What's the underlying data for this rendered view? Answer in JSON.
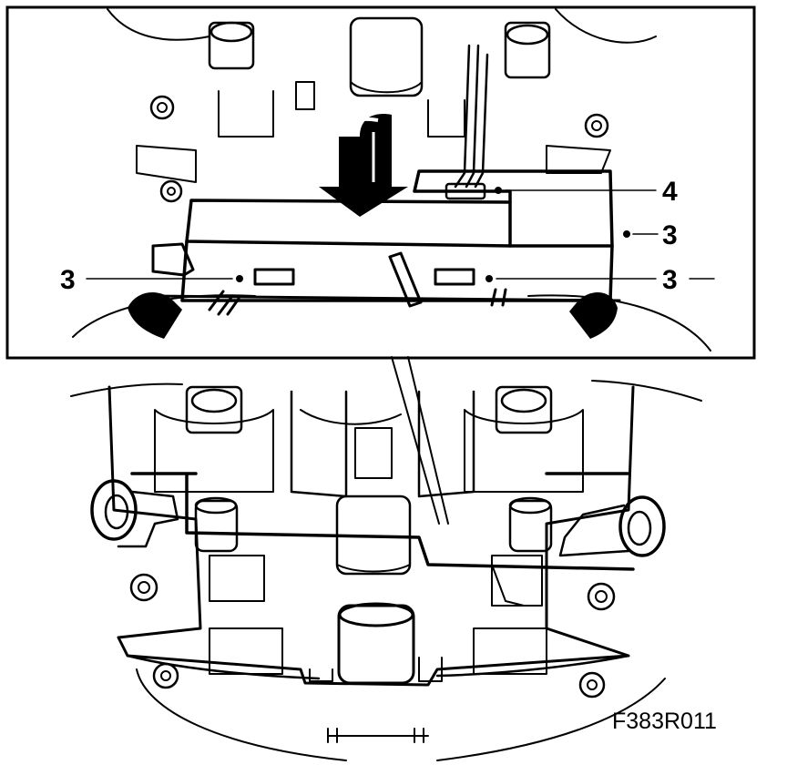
{
  "figure_id": "F383R011",
  "callouts": {
    "upper_left": "3",
    "upper_right_top": "4",
    "right_middle": "3",
    "right_lower": "3"
  },
  "colors": {
    "ink": "#000000",
    "paper": "#ffffff"
  },
  "icons": {
    "insert_direction": "arrow-down-icon"
  }
}
